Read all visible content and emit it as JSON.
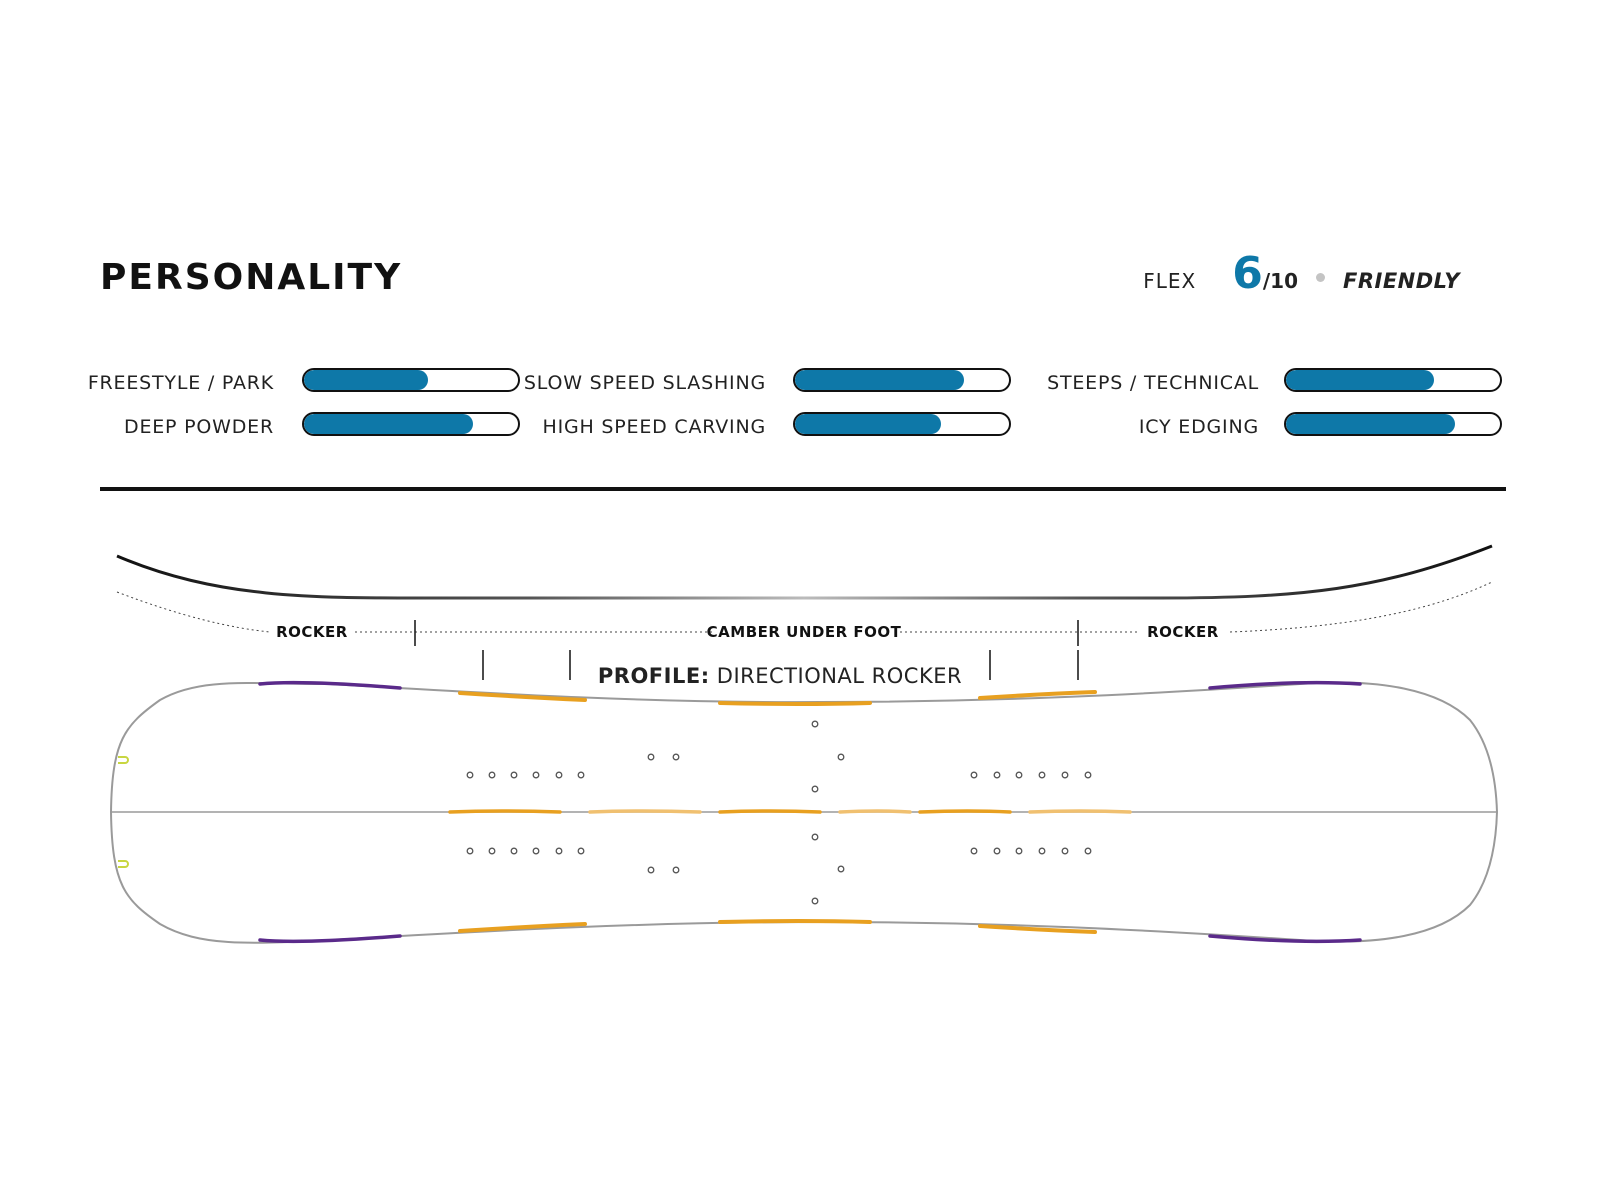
{
  "personality": {
    "title": "PERSONALITY",
    "flex": {
      "label": "FLEX",
      "value": "6",
      "max": "/10",
      "description": "FRIENDLY"
    },
    "ratings": [
      {
        "label": "FREESTYLE / PARK",
        "level": 0.58
      },
      {
        "label": "SLOW SPEED SLASHING",
        "level": 0.79
      },
      {
        "label": "STEEPS / TECHNICAL",
        "level": 0.69
      },
      {
        "label": "DEEP POWDER",
        "level": 0.79
      },
      {
        "label": "HIGH SPEED CARVING",
        "level": 0.68
      },
      {
        "label": "ICY EDGING",
        "level": 0.79
      }
    ]
  },
  "profile": {
    "zones": {
      "left": "ROCKER",
      "center": "CAMBER UNDER FOOT",
      "right": "ROCKER"
    },
    "profile_key": "PROFILE:",
    "profile_value": "DIRECTIONAL ROCKER"
  },
  "colors": {
    "accent": "#0e78a8",
    "camber": "#e8a020",
    "rocker": "#5a2a8a",
    "insert": "#c8d640"
  }
}
